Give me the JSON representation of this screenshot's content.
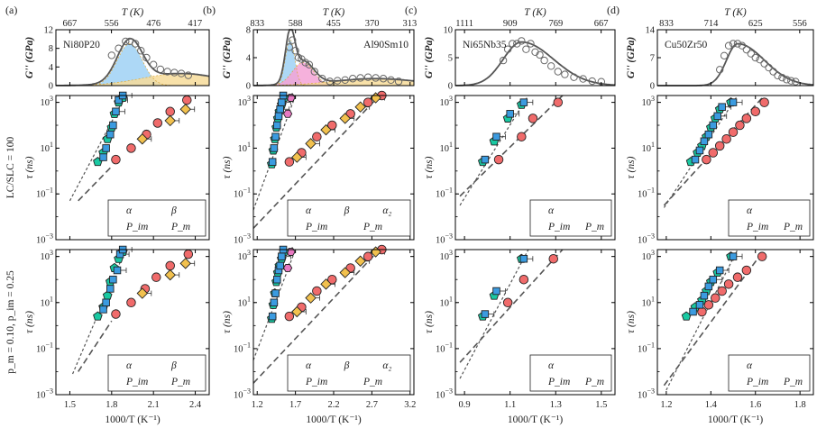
{
  "figure": {
    "row_labels": {
      "middle": "LC/SLC = 100",
      "bottom": "p_m = 0.10, p_im = 0.25"
    },
    "top_xlabel": "T (K)",
    "top_ylabel": "G'' (GPa)",
    "mid_ylabel": "τ (ns)",
    "bottom_xlabel": "1000/T (K⁻¹)",
    "legend_labels": {
      "alpha": "α",
      "beta": "β",
      "alpha2": "α₂",
      "pim": "P_im",
      "pm": "P_m"
    }
  },
  "colors": {
    "alpha": "#3b9be0",
    "beta": "#f2c14e",
    "alpha2": "#e879c2",
    "pim": "#19c9a2",
    "pm": "#f06b6b",
    "fitline": "#555555",
    "fill_alpha": "#9fd1f5",
    "fill_beta": "#f7dc9a",
    "fill_alpha2": "#f5a3d6"
  },
  "chart_data": [
    {
      "panel": "(a)",
      "material": "Ni80P20",
      "type": "scatter",
      "top": {
        "type": "line",
        "ylim": [
          0,
          12
        ],
        "yticks": [
          0,
          4,
          8,
          12
        ],
        "Tticks": [
          "667",
          "556",
          "476",
          "417"
        ],
        "points_x": [
          1.8,
          1.85,
          1.9,
          1.93,
          1.97,
          2.01,
          2.05,
          2.1,
          2.15,
          2.2,
          2.25,
          2.3,
          2.35
        ],
        "points_y": [
          6.5,
          8.0,
          9.5,
          9.5,
          9.0,
          7.5,
          6.0,
          4.5,
          3.5,
          3.0,
          2.8,
          2.6,
          2.2
        ],
        "peaks": [
          {
            "c": 1.93,
            "w": 0.09,
            "h": 9.0,
            "fill": "alpha"
          },
          {
            "c": 2.3,
            "w": 0.28,
            "h": 2.6,
            "fill": "beta"
          }
        ]
      },
      "xlim": [
        1.4,
        2.5
      ],
      "xticks": [
        "1.5",
        "1.8",
        "2.1",
        "2.4"
      ],
      "ylim_log": [
        -3,
        3.3
      ],
      "yticks": [
        "10⁻³",
        "10⁻¹",
        "10¹",
        "10³"
      ],
      "series": {
        "alpha_x": [
          1.74,
          1.76,
          1.79,
          1.81,
          1.83,
          1.85,
          1.88
        ],
        "alpha_y": [
          0.6,
          1.0,
          1.6,
          2.0,
          2.6,
          3.1,
          3.3
        ],
        "beta_x": [
          2.02,
          2.22,
          2.33
        ],
        "beta_y": [
          1.4,
          2.2,
          2.7
        ],
        "pim_x": [
          1.7,
          1.74,
          1.77,
          1.8,
          1.82,
          1.85,
          1.88
        ],
        "pim_y": [
          0.4,
          0.8,
          1.4,
          1.9,
          2.5,
          3.0,
          3.2
        ],
        "pm_x": [
          1.83,
          1.94,
          2.05,
          2.13,
          2.22,
          2.34
        ],
        "pm_y": [
          0.5,
          1.0,
          1.6,
          2.1,
          2.6,
          3.1
        ],
        "fit1": [
          [
            1.5,
            -1.3
          ],
          [
            1.9,
            3.3
          ]
        ],
        "fit2": [
          [
            1.56,
            -1.3
          ],
          [
            1.8,
            0.2
          ]
        ]
      },
      "bottom_series": {
        "alpha_x": [
          1.74,
          1.76,
          1.79,
          1.81,
          1.84,
          1.86,
          1.88
        ],
        "alpha_y": [
          0.7,
          1.0,
          1.6,
          2.0,
          2.4,
          3.1,
          3.3
        ],
        "beta_x": [
          2.02,
          2.22,
          2.33
        ],
        "beta_y": [
          1.4,
          2.2,
          2.7
        ],
        "pim_x": [
          1.7,
          1.74,
          1.77,
          1.79,
          1.82,
          1.85,
          1.88
        ],
        "pim_y": [
          0.4,
          0.8,
          1.3,
          1.9,
          2.5,
          2.9,
          3.2
        ],
        "pm_x": [
          1.83,
          1.94,
          2.04,
          2.12,
          2.22,
          2.35
        ],
        "pm_y": [
          0.5,
          1.0,
          1.6,
          2.1,
          2.6,
          3.1
        ],
        "fit1": [
          [
            1.52,
            -2.1
          ],
          [
            1.9,
            3.3
          ]
        ],
        "fit2": [
          [
            1.56,
            -2.0
          ],
          [
            1.8,
            0.2
          ]
        ]
      },
      "legend": [
        "alpha",
        "beta",
        "pim",
        "pm"
      ]
    },
    {
      "panel": "(b)",
      "material": "Al90Sm10",
      "type": "scatter",
      "top": {
        "type": "line",
        "ylim": [
          0,
          8
        ],
        "yticks": [
          0,
          4,
          8
        ],
        "Tticks": [
          "833",
          "588",
          "455",
          "370",
          "313"
        ],
        "points_x": [
          1.62,
          1.66,
          1.7,
          1.74,
          1.78,
          1.83,
          1.88,
          1.95,
          2.05,
          2.15,
          2.25,
          2.35,
          2.45,
          2.55,
          2.65,
          2.75,
          2.85,
          2.95,
          3.05
        ],
        "points_y": [
          5.5,
          6.5,
          5.0,
          4.0,
          3.8,
          3.3,
          3.0,
          2.0,
          1.0,
          0.6,
          0.7,
          0.8,
          1.0,
          1.1,
          1.2,
          1.1,
          1.0,
          0.8,
          0.6
        ],
        "peaks": [
          {
            "c": 1.63,
            "w": 0.06,
            "h": 6.6,
            "fill": "alpha"
          },
          {
            "c": 1.8,
            "w": 0.14,
            "h": 3.3,
            "fill": "alpha2"
          },
          {
            "c": 2.75,
            "w": 0.55,
            "h": 1.0,
            "fill": "beta"
          }
        ]
      },
      "xlim": [
        1.15,
        3.25
      ],
      "xticks": [
        "1.2",
        "1.7",
        "2.2",
        "2.7",
        "3.2"
      ],
      "ylim_log": [
        -3,
        3.3
      ],
      "yticks": [
        "10⁻³",
        "10⁻¹",
        "10¹",
        "10³"
      ],
      "series": {
        "alpha_x": [
          1.4,
          1.42,
          1.44,
          1.46,
          1.48,
          1.5,
          1.52,
          1.54
        ],
        "alpha_y": [
          0.4,
          1.0,
          1.5,
          2.0,
          2.4,
          2.7,
          3.0,
          3.3
        ],
        "beta_x": [
          1.72,
          1.9,
          2.1,
          2.35,
          2.55,
          2.75
        ],
        "beta_y": [
          0.6,
          1.2,
          1.8,
          2.3,
          2.8,
          3.2
        ],
        "alpha2_x": [
          1.6,
          1.64
        ],
        "alpha2_y": [
          2.5,
          3.2
        ],
        "pim_x": [
          1.39,
          1.41,
          1.43,
          1.45,
          1.47,
          1.49,
          1.52,
          1.55
        ],
        "pim_y": [
          0.3,
          0.9,
          1.4,
          1.9,
          2.3,
          2.6,
          2.9,
          3.2
        ],
        "pm_x": [
          1.62,
          1.78,
          1.98,
          2.18,
          2.42,
          2.65,
          2.83
        ],
        "pm_y": [
          0.4,
          0.8,
          1.5,
          2.0,
          2.5,
          3.0,
          3.3
        ],
        "fit1": [
          [
            1.15,
            -1.7
          ],
          [
            1.7,
            3.3
          ]
        ],
        "fit2": [
          [
            1.15,
            -2.5
          ],
          [
            2.8,
            3.3
          ]
        ]
      },
      "bottom_series": {
        "alpha_x": [
          1.4,
          1.42,
          1.44,
          1.46,
          1.48,
          1.5,
          1.52,
          1.54
        ],
        "alpha_y": [
          0.4,
          1.0,
          1.4,
          2.0,
          2.4,
          2.6,
          3.0,
          3.3
        ],
        "beta_x": [
          1.72,
          1.9,
          2.1,
          2.35,
          2.55,
          2.75
        ],
        "beta_y": [
          0.6,
          1.2,
          1.8,
          2.3,
          2.8,
          3.2
        ],
        "alpha2_x": [
          1.6,
          1.64
        ],
        "alpha2_y": [
          2.5,
          3.2
        ],
        "pim_x": [
          1.39,
          1.41,
          1.43,
          1.45,
          1.47,
          1.49,
          1.52,
          1.55
        ],
        "pim_y": [
          0.3,
          0.9,
          1.4,
          1.9,
          2.3,
          2.6,
          2.9,
          3.2
        ],
        "pm_x": [
          1.62,
          1.78,
          1.98,
          2.18,
          2.42,
          2.65,
          2.83
        ],
        "pm_y": [
          0.4,
          0.8,
          1.5,
          2.0,
          2.5,
          3.0,
          3.3
        ],
        "fit1": [
          [
            1.15,
            -1.5
          ],
          [
            1.7,
            3.3
          ]
        ],
        "fit2": [
          [
            1.15,
            -2.5
          ],
          [
            2.8,
            3.3
          ]
        ]
      },
      "legend": [
        "alpha",
        "beta",
        "alpha2",
        "pim",
        "pm"
      ]
    },
    {
      "panel": "(c)",
      "material": "Ni65Nb35",
      "type": "scatter",
      "top": {
        "type": "line",
        "ylim": [
          0,
          10
        ],
        "yticks": [
          0,
          5,
          10
        ],
        "Tticks": [
          "1111",
          "909",
          "769",
          "667"
        ],
        "points_x": [
          1.07,
          1.09,
          1.11,
          1.13,
          1.15,
          1.17,
          1.19,
          1.21,
          1.23,
          1.25,
          1.28,
          1.31,
          1.34,
          1.38,
          1.42,
          1.46,
          1.5
        ],
        "points_y": [
          4.5,
          6.5,
          7.5,
          7.5,
          8.0,
          6.5,
          7.5,
          6.0,
          5.5,
          4.5,
          3.5,
          2.5,
          2.0,
          1.5,
          1.2,
          0.8,
          0.7
        ],
        "peaks": [
          {
            "c": 1.15,
            "w": 0.08,
            "h": 7.8,
            "tail": 0.14
          }
        ]
      },
      "xlim": [
        0.86,
        1.56
      ],
      "xticks": [
        "0.9",
        "1.1",
        "1.3",
        "1.5"
      ],
      "ylim_log": [
        -3,
        3.3
      ],
      "yticks": [
        "10⁻³",
        "10⁻¹",
        "10¹",
        "10³"
      ],
      "series": {
        "alpha_x": [
          0.99,
          1.04,
          1.1,
          1.16
        ],
        "alpha_y": [
          0.5,
          1.5,
          2.5,
          3.0
        ],
        "pim_x": [
          0.98,
          1.03,
          1.09,
          1.15
        ],
        "pim_y": [
          0.4,
          1.3,
          2.3,
          2.9
        ],
        "pm_x": [
          1.05,
          1.15,
          1.2,
          1.31
        ],
        "pm_y": [
          0.5,
          1.5,
          2.3,
          3.0
        ],
        "fit1": [
          [
            0.88,
            -1.5
          ],
          [
            1.18,
            3.3
          ]
        ],
        "fit2": [
          [
            0.88,
            -1.1
          ],
          [
            1.33,
            3.3
          ]
        ]
      },
      "bottom_series": {
        "alpha_x": [
          0.99,
          1.04,
          1.16
        ],
        "alpha_y": [
          0.5,
          1.5,
          2.9
        ],
        "pim_x": [
          0.98,
          1.03,
          1.15
        ],
        "pim_y": [
          0.4,
          1.3,
          2.9
        ],
        "pm_x": [
          1.09,
          1.16,
          1.29
        ],
        "pm_y": [
          1.0,
          2.0,
          2.9
        ],
        "fit1": [
          [
            0.88,
            -2.3
          ],
          [
            1.18,
            3.3
          ]
        ],
        "fit2": [
          [
            0.88,
            -1.6
          ],
          [
            1.33,
            3.3
          ]
        ]
      },
      "legend": [
        "alpha",
        "pim",
        "pm"
      ]
    },
    {
      "panel": "(d)",
      "material": "Cu50Zr50",
      "type": "scatter",
      "top": {
        "type": "line",
        "ylim": [
          0,
          14
        ],
        "yticks": [
          0,
          7,
          14
        ],
        "Tticks": [
          "833",
          "714",
          "625",
          "556"
        ],
        "points_x": [
          1.44,
          1.46,
          1.48,
          1.5,
          1.52,
          1.54,
          1.56,
          1.58,
          1.6,
          1.62,
          1.64,
          1.66,
          1.68,
          1.7,
          1.72,
          1.74,
          1.76,
          1.78
        ],
        "points_y": [
          4.0,
          7.5,
          10.0,
          10.5,
          10.5,
          10.0,
          9.0,
          8.0,
          7.0,
          6.5,
          5.5,
          4.5,
          3.5,
          2.5,
          2.0,
          1.5,
          1.2,
          1.0
        ],
        "peaks": [
          {
            "c": 1.52,
            "w": 0.05,
            "h": 10.5,
            "tail": 0.12
          }
        ]
      },
      "xlim": [
        1.16,
        1.86
      ],
      "xticks": [
        "1.2",
        "1.4",
        "1.6",
        "1.8"
      ],
      "ylim_log": [
        -3,
        3.3
      ],
      "yticks": [
        "10⁻³",
        "10⁻¹",
        "10¹",
        "10³"
      ],
      "series": {
        "alpha_x": [
          1.33,
          1.35,
          1.37,
          1.39,
          1.41,
          1.43,
          1.45,
          1.5
        ],
        "alpha_y": [
          0.5,
          0.9,
          1.3,
          1.6,
          2.0,
          2.4,
          2.8,
          3.0
        ],
        "pim_x": [
          1.31,
          1.34,
          1.36,
          1.38,
          1.4,
          1.42,
          1.44,
          1.49
        ],
        "pim_y": [
          0.4,
          0.8,
          1.1,
          1.5,
          1.9,
          2.3,
          2.7,
          3.0
        ],
        "pm_x": [
          1.38,
          1.41,
          1.44,
          1.47,
          1.5,
          1.53,
          1.56,
          1.6,
          1.64
        ],
        "pm_y": [
          0.5,
          0.8,
          1.1,
          1.4,
          1.7,
          2.0,
          2.3,
          2.6,
          3.0
        ],
        "fit1": [
          [
            1.19,
            -1.6
          ],
          [
            1.52,
            3.3
          ]
        ],
        "fit2": [
          [
            1.19,
            -1.5
          ],
          [
            1.64,
            3.3
          ]
        ]
      },
      "bottom_series": {
        "alpha_x": [
          1.32,
          1.35,
          1.37,
          1.39,
          1.41,
          1.44,
          1.5
        ],
        "alpha_y": [
          0.6,
          0.9,
          1.3,
          1.7,
          2.0,
          2.4,
          3.0
        ],
        "pim_x": [
          1.29,
          1.33,
          1.36,
          1.38,
          1.4,
          1.43,
          1.49
        ],
        "pim_y": [
          0.4,
          0.8,
          1.1,
          1.5,
          1.9,
          2.3,
          3.0
        ],
        "pm_x": [
          1.36,
          1.39,
          1.42,
          1.45,
          1.48,
          1.52,
          1.56,
          1.63
        ],
        "pm_y": [
          0.6,
          0.9,
          1.2,
          1.5,
          1.8,
          2.1,
          2.4,
          3.0
        ],
        "fit1": [
          [
            1.2,
            -2.8
          ],
          [
            1.52,
            3.3
          ]
        ],
        "fit2": [
          [
            1.19,
            -2.6
          ],
          [
            1.64,
            3.3
          ]
        ]
      },
      "legend": [
        "alpha",
        "pim",
        "pm"
      ]
    }
  ]
}
